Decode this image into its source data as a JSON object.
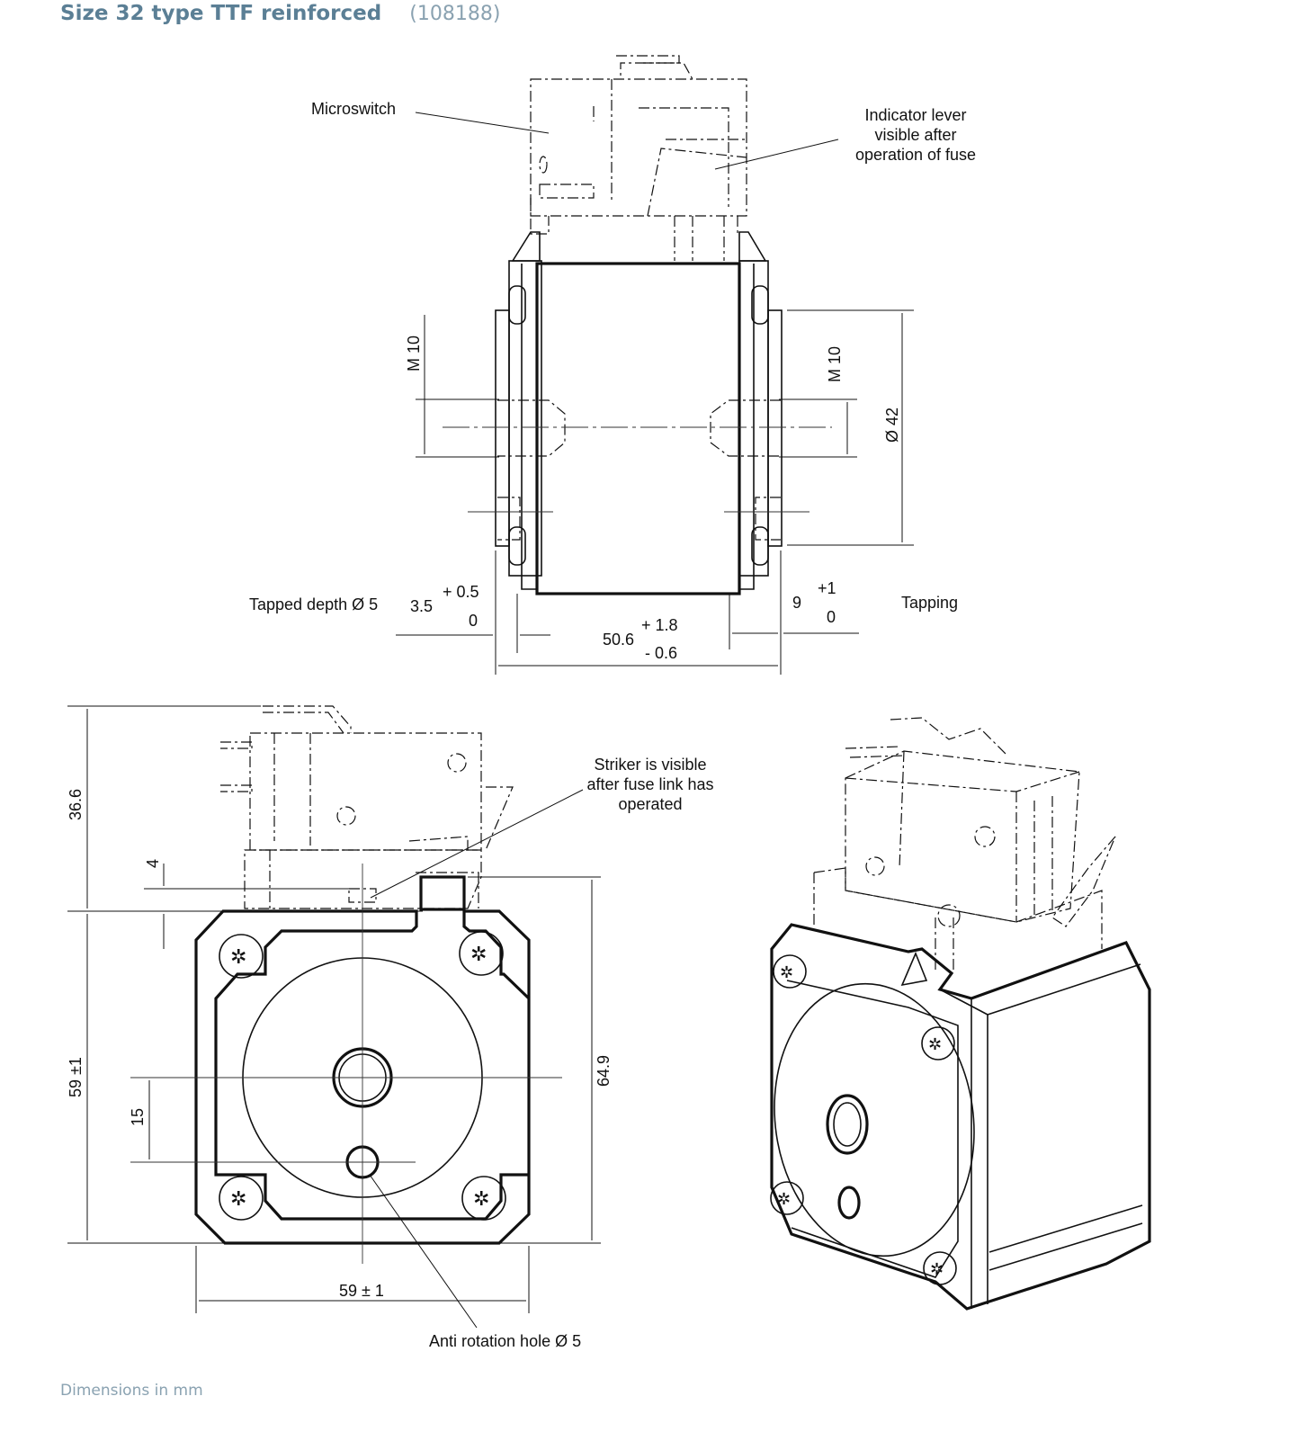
{
  "header": {
    "title": "Size 32 type TTF reinforced",
    "code": "(108188)"
  },
  "footer": {
    "note": "Dimensions in mm"
  },
  "labels": {
    "microswitch": "Microswitch",
    "indicator_1": "Indicator lever",
    "indicator_2": "visible after",
    "indicator_3": "operation of fuse",
    "m10_left": "M 10",
    "m10_right": "M 10",
    "dia42": "Ø 42",
    "tapped_depth": "Tapped depth Ø 5",
    "tapped_val": "3.5",
    "tapped_plus": "+ 0.5",
    "tapped_zero": "0",
    "length_val": "50.6",
    "length_plus": "+ 1.8",
    "length_minus": "- 0.6",
    "tap_val": "9",
    "tap_plus": "+1",
    "tap_zero": "0",
    "tapping": "Tapping",
    "dim_36_6": "36.6",
    "dim_4": "4",
    "dim_59_v": "59 ±1",
    "dim_15": "15",
    "dim_64_9": "64.9",
    "dim_59_h": "59 ± 1",
    "striker_1": "Striker is visible",
    "striker_2": "after fuse link has",
    "striker_3": "operated",
    "anti_rotation": "Anti rotation hole Ø 5"
  }
}
